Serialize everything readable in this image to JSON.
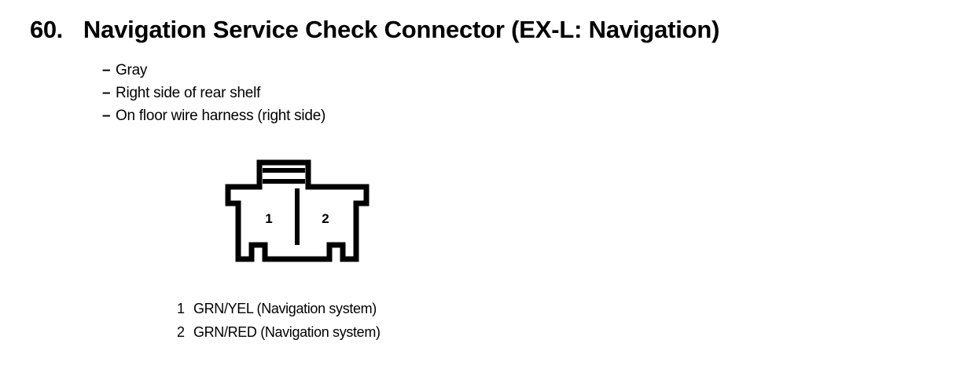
{
  "section": {
    "number": "60.",
    "title": "Navigation Service Check Connector (EX-L: Navigation)"
  },
  "notes": {
    "dash": "–",
    "items": [
      {
        "text": "Gray"
      },
      {
        "text": "Right side of rear shelf"
      },
      {
        "text": "On floor wire harness (right side)"
      }
    ]
  },
  "connector": {
    "cavities": [
      {
        "number": "1"
      },
      {
        "number": "2"
      }
    ],
    "line_color": "#000000",
    "fill_color": "#ffffff"
  },
  "legend": {
    "rows": [
      {
        "pin": "1",
        "description": "GRN/YEL (Navigation system)"
      },
      {
        "pin": "2",
        "description": "GRN/RED (Navigation system)"
      }
    ]
  }
}
